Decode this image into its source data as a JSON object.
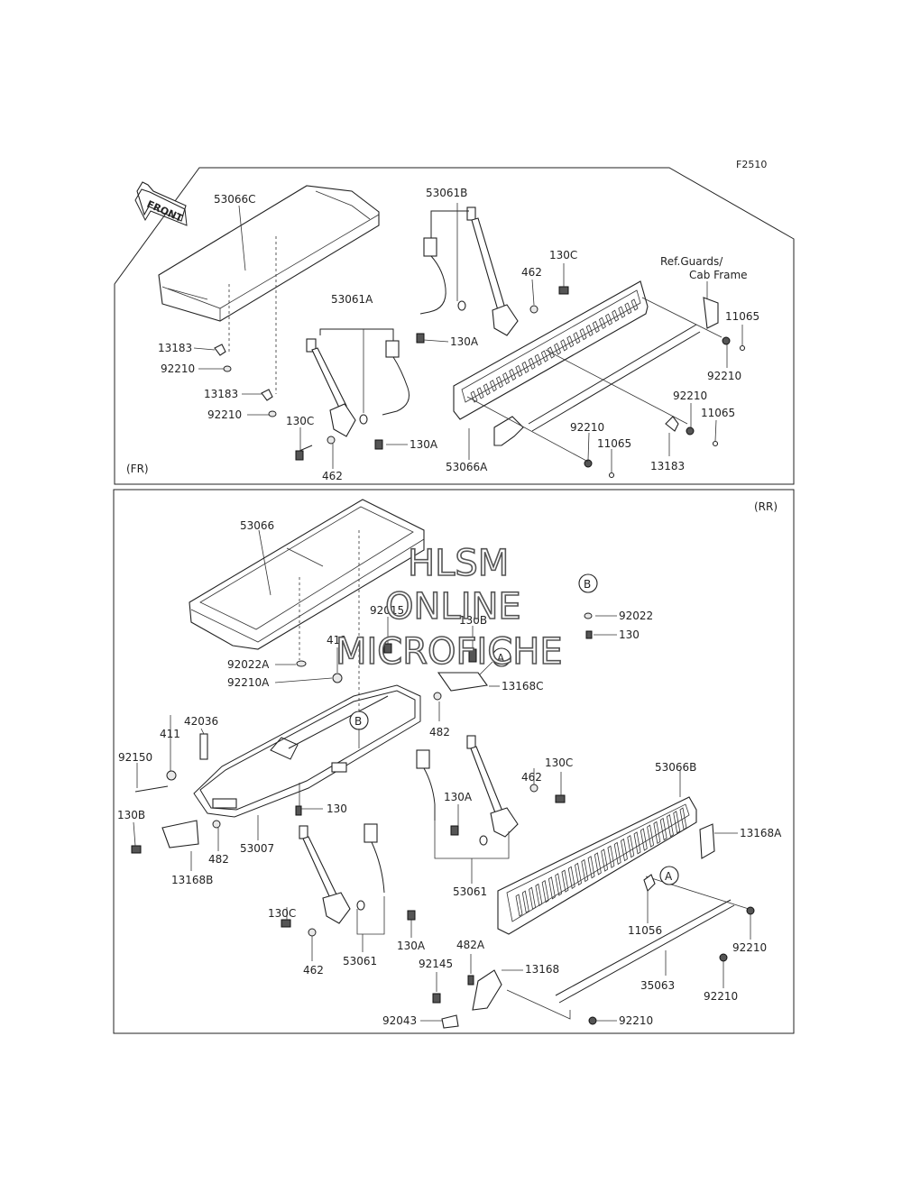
{
  "diagram": {
    "figure_code": "F2510",
    "front_marker": "FRONT",
    "watermark": [
      "HLSM",
      "ONLINE",
      "MICROFICHE"
    ],
    "panels": {
      "front": {
        "tag": "(FR)",
        "reference_note": [
          "Ref.Guards/",
          "Cab Frame"
        ],
        "part_labels": {
          "p53066C": "53066C",
          "p53061B": "53061B",
          "p53061A": "53061A",
          "p462a": "462",
          "p130Ca": "130C",
          "p130Aa": "130A",
          "p13183a": "13183",
          "p92210a": "92210",
          "p13183b": "13183",
          "p92210b": "92210",
          "p130Cb": "130C",
          "p130Ab": "130A",
          "p462b": "462",
          "p53066A": "53066A",
          "p92210c": "92210",
          "p11065a": "11065",
          "p92210d": "92210",
          "p11065b": "11065",
          "p92210e": "92210",
          "p11065c": "11065",
          "p13183c": "13183"
        }
      },
      "rear": {
        "tag": "(RR)",
        "callouts": {
          "a1": "A",
          "a2": "A",
          "b1": "B",
          "b2": "B"
        },
        "part_labels": {
          "p53066": "53066",
          "p92015": "92015",
          "p411a": "411",
          "p130B": "130B",
          "p92022A": "92022A",
          "p92210A": "92210A",
          "p13168C": "13168C",
          "p482a": "482",
          "p92022": "92022",
          "p130": "130",
          "p42036": "42036",
          "p411b": "411",
          "p92150": "92150",
          "p130Bb": "130B",
          "p13168B": "13168B",
          "p482b": "482",
          "p53007": "53007",
          "p130b": "130",
          "p130Aa": "130A",
          "p462a": "462",
          "p130Ca": "130C",
          "p53061a": "53061",
          "p130Cb": "130C",
          "p462b": "462",
          "p53061b": "53061",
          "p130Ab": "130A",
          "p53066B": "53066B",
          "p13168A": "13168A",
          "p11056": "11056",
          "p92210a": "92210",
          "p482A": "482A",
          "p92145": "92145",
          "p13168": "13168",
          "p35063": "35063",
          "p92210b": "92210",
          "p92043": "92043",
          "p92210c": "92210"
        }
      }
    }
  }
}
